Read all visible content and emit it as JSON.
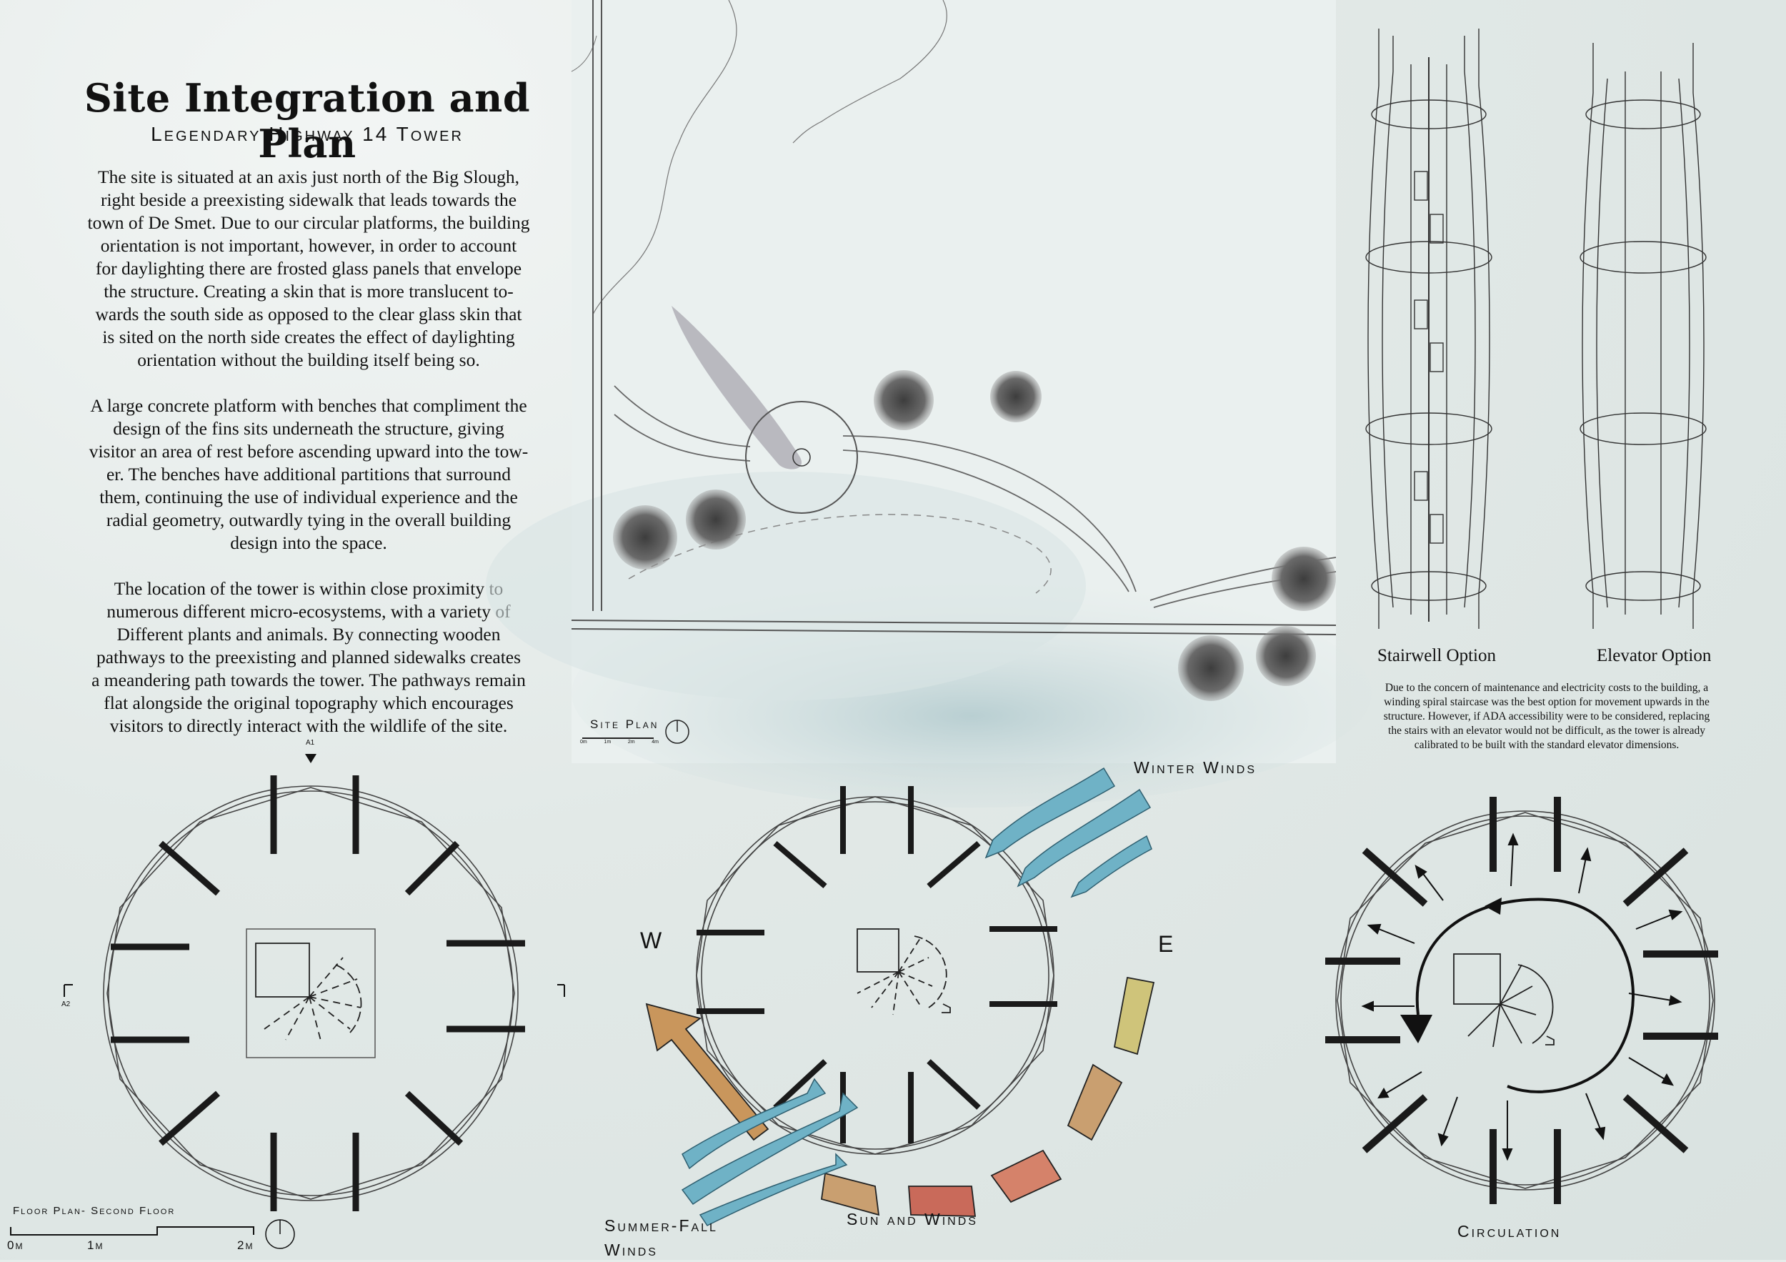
{
  "header": {
    "title": "Site Integration and Plan",
    "subtitle": "Legendary Highway 14 Tower"
  },
  "text": {
    "p1": "The site is situated at an axis just north of the Big Slough,\nright beside a preexisting sidewalk that leads towards the\ntown of De Smet. Due to our circular platforms, the building\norientation is not important, however, in order to account\nfor daylighting there are frosted glass panels that envelope\nthe structure. Creating a skin that is more translucent to-\nwards the south side as opposed to the clear glass skin that\nis sited on the north side creates the effect of daylighting\norientation without the building itself being so.",
    "p2": "A large concrete platform with benches that compliment the\ndesign of the fins sits underneath the structure, giving\nvisitor an area of rest before ascending upward into the tow-\ner. The benches have additional partitions that surround\nthem, continuing the use of individual experience and the\nradial geometry, outwardly tying in the overall building\ndesign into  the space.",
    "p3": "The location of the tower is within close proximity to\nnumerous different micro-ecosystems, with a variety of\nDifferent plants and animals. By connecting wooden\npathways to the preexisting and planned sidewalks creates\na meandering path towards the tower. The pathways remain\nflat alongside the original topography which encourages\nvisitors to directly interact with the wildlife of the site."
  },
  "site_plan": {
    "label": "Site Plan",
    "scale": [
      "0m",
      "1m",
      "2m",
      "4m"
    ]
  },
  "elevations": {
    "stairwell_label": "Stairwell Option",
    "elevator_label": "Elevator Option",
    "note": "Due to the concern of maintenance and electricity costs to the building,  a\nwinding spiral staircase was the best option for movement upwards in the\nstructure. However, if ADA accessibility were to be considered, replacing\nthe stairs with an elevator would not be difficult, as the tower is already\ncalibrated to be built with the standard elevator dimensions."
  },
  "floor_plan": {
    "label": "Floor Plan- Second Floor",
    "section_a1": "A1",
    "section_a2": "A2",
    "scale": [
      "0m",
      "1m",
      "2m"
    ]
  },
  "sun_winds": {
    "label": "Sun and Winds",
    "winter": "Winter Winds",
    "summer_line1": "Summer-Fall",
    "summer_line2": "Winds",
    "west": "W",
    "east": "E"
  },
  "circulation": {
    "label": "Circulation"
  },
  "colors": {
    "wind": "#6fb2c6",
    "sun_arrow": "#c9965c",
    "sun_1": "#c96a5a",
    "sun_2": "#d5826a",
    "sun_3": "#c99f70",
    "sun_4": "#cfc47a",
    "fin": "#1a1a1a"
  }
}
